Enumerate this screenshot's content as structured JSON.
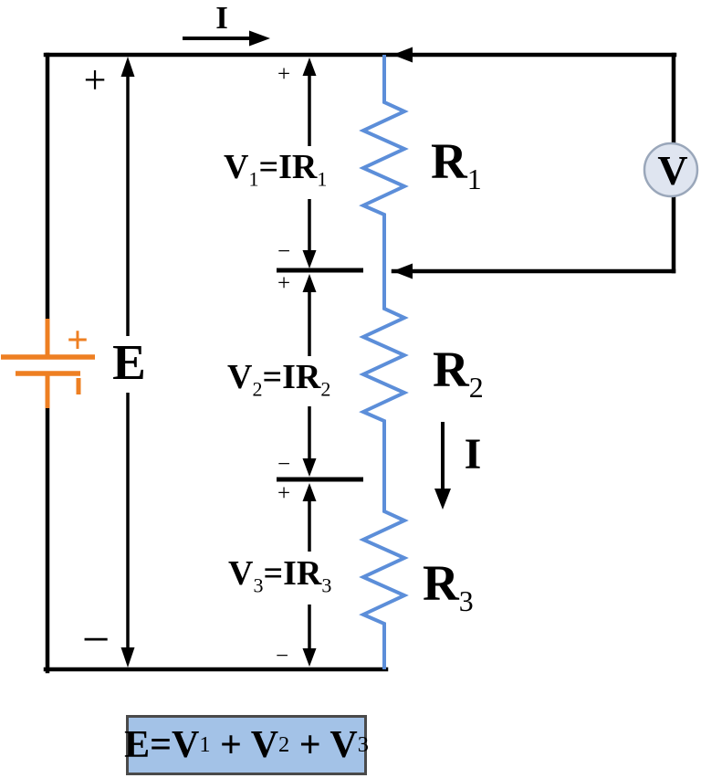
{
  "colors": {
    "wire": "#000000",
    "resistor": "#5c8ed9",
    "battery": "#ee7f22",
    "formula_bg": "#a3c2e7",
    "formula_border": "#4a4a4a",
    "meter_fill": "#dfe5f0",
    "meter_border": "#9aa7ba"
  },
  "current": {
    "top_label": "I",
    "mid_label": "I"
  },
  "source": {
    "label": "E",
    "plus": "+",
    "minus": "−"
  },
  "battery": {
    "plus": "+",
    "minus": "−"
  },
  "meter": {
    "label": "V"
  },
  "resistors": [
    {
      "name": "R",
      "sub": "1"
    },
    {
      "name": "R",
      "sub": "2"
    },
    {
      "name": "R",
      "sub": "3"
    }
  ],
  "voltages": [
    {
      "v": "V",
      "vsub": "1",
      "eq": "=IR",
      "rsub": "1",
      "plus": "+",
      "minus": "−"
    },
    {
      "v": "V",
      "vsub": "2",
      "eq": "=IR",
      "rsub": "2",
      "plus": "+",
      "minus": "−"
    },
    {
      "v": "V",
      "vsub": "3",
      "eq": "=IR",
      "rsub": "3",
      "plus": "+",
      "minus": "−"
    }
  ],
  "formula": {
    "p1": "E=V",
    "s1": "1",
    "p2": " + V",
    "s2": "2",
    "p3": " + V",
    "s3": "3"
  }
}
